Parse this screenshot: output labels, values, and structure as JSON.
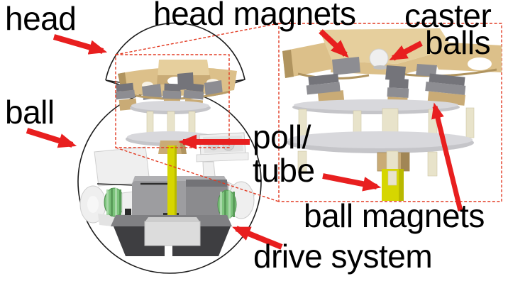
{
  "figure": {
    "description": "Labeled 3D CAD diagram of a spherical robot: ball with internal drive system, magnetically coupled head, and a dashed-outline zoom inset of the magnet/caster assembly.",
    "labels": {
      "head": "head",
      "ball": "ball",
      "head_magnets": "head magnets",
      "caster_balls": {
        "line1": "caster",
        "line2": "balls"
      },
      "poll_tube": {
        "line1": "poll/",
        "line2": "tube"
      },
      "ball_magnets": "ball magnets",
      "drive_system": "drive system"
    },
    "callouts": [
      {
        "label": "head",
        "points_to": "dome outline of head"
      },
      {
        "label": "ball",
        "points_to": "spherical ball outline"
      },
      {
        "label": "head magnets",
        "points_to": "gray magnets under head plate (zoom view)"
      },
      {
        "label": "caster balls",
        "points_to": "white caster ball in head underside (zoom view)"
      },
      {
        "label": "poll/tube",
        "points_to": "yellow central pole/tube (both views)"
      },
      {
        "label": "ball magnets",
        "points_to": "gray magnet stacks on upper plate (zoom view)"
      },
      {
        "label": "drive system",
        "points_to": "dark motor/drive base inside ball"
      }
    ]
  },
  "colors": {
    "annotation_red": "#e81f1f",
    "dashed_red": "#e23a22",
    "outline_black": "#1c1c1c",
    "tan": "#dcc08a",
    "tan_light": "#e6cf9d",
    "tan_mid": "#c9ab76",
    "tan_dark": "#b0945f",
    "magnet_gray": "#8d8d92",
    "magnet_dark": "#74747a",
    "plate_gray": "#c5c5c9",
    "plate_light": "#d8d8dc",
    "post_cream": "#e8e3ca",
    "tube_yellow": "#d6d600",
    "motor_gray": "#9d9da0",
    "white_part": "#efefef",
    "gear_green": "#7cc47c",
    "base_dark": "#3e3e41",
    "base_mid": "#808083",
    "background": "#ffffff"
  }
}
